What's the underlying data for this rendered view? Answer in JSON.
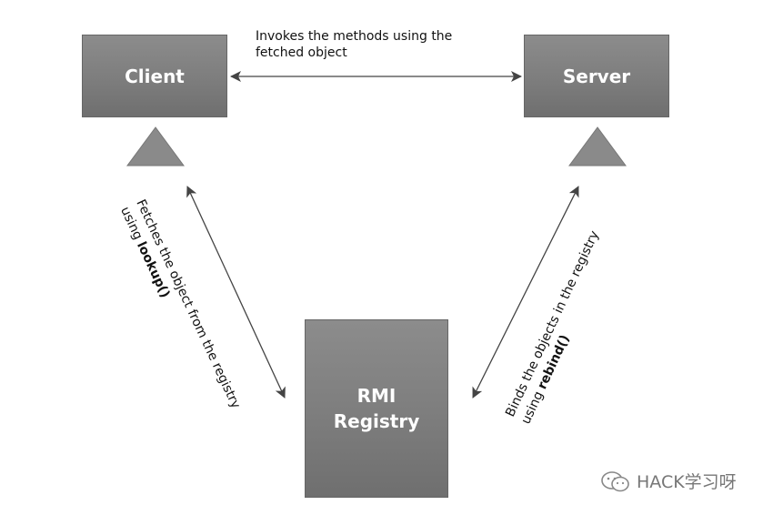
{
  "client": {
    "label": "Client"
  },
  "server": {
    "label": "Server"
  },
  "registry": {
    "label_line1": "RMI",
    "label_line2": "Registry"
  },
  "top_link": {
    "line1": "Invokes the methods using the",
    "line2": "fetched object"
  },
  "left_link": {
    "line1": "Fetches the object from the registry",
    "line2_prefix": "using ",
    "line2_bold": "lookup()"
  },
  "right_link": {
    "line1": "Binds the objects in the registry",
    "line2_prefix": "using ",
    "line2_bold": "rebind()"
  },
  "watermark": {
    "text": "HACK学习呀",
    "icon": "wechat-icon"
  },
  "colors": {
    "box_fill": "#7f7f7f",
    "triangle_fill": "#8a8a8a",
    "arrow_stroke": "#444444",
    "text": "#111111"
  }
}
